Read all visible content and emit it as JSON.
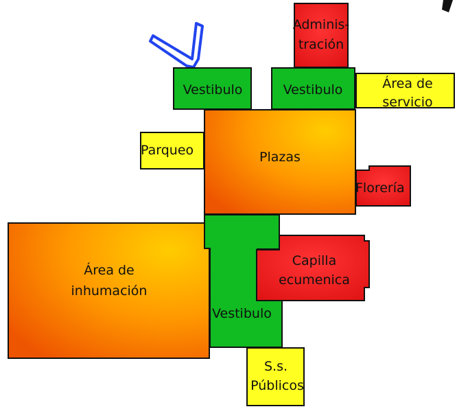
{
  "colors": {
    "green": "#11bb22",
    "red": "#ee1c1c",
    "yellow": "#ffff22",
    "orange_light": "#ffaa00",
    "orange_dark": "#ee5500",
    "stroke": "#111111",
    "check": "#2244ee"
  },
  "rooms": {
    "administracion_1": "Adminis-",
    "administracion_2": "tración",
    "vestibulo_left": "Vestibulo",
    "vestibulo_right": "Vestibulo",
    "area_servicio_1": "Área de",
    "area_servicio_2": "servicio",
    "parqueo": "Parqueo",
    "plazas": "Plazas",
    "floreria": "Florería",
    "area_inhumacion_1": "Área de",
    "area_inhumacion_2": "inhumación",
    "capilla_1": "Capilla",
    "capilla_2": "ecumenica",
    "vestibulo_center": "Vestibulo",
    "ss_1": "S.s.",
    "ss_2": "Públicos"
  },
  "icons": {
    "check": "check-mark-icon"
  }
}
